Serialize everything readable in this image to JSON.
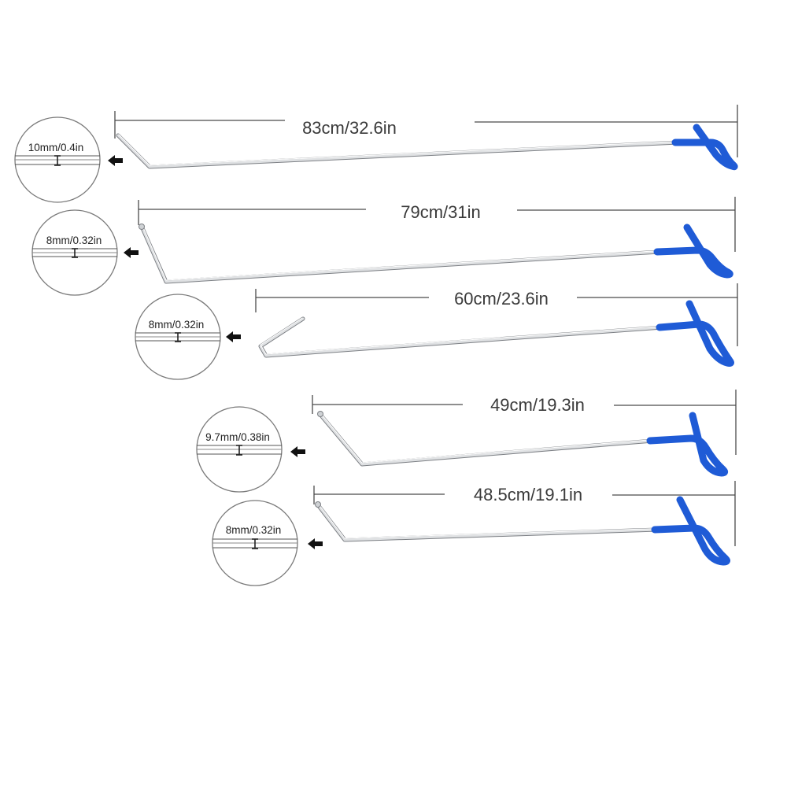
{
  "colors": {
    "background": "#ffffff",
    "handle_blue": "#1f5bd6",
    "rod_steel": "#c4c7cb",
    "rod_highlight": "#f4f5f6",
    "rod_shadow": "#7d8085",
    "dimension_line": "#4a4a4a",
    "arrow": "#111111"
  },
  "rods": [
    {
      "name": "rod-1",
      "length_label": "83cm/32.6in",
      "diameter_label": "10mm/0.4in",
      "tip": "angled-bend"
    },
    {
      "name": "rod-2",
      "length_label": "79cm/31in",
      "diameter_label": "8mm/0.32in",
      "tip": "ball-tip-bend"
    },
    {
      "name": "rod-3",
      "length_label": "60cm/23.6in",
      "diameter_label": "8mm/0.32in",
      "tip": "hook"
    },
    {
      "name": "rod-4",
      "length_label": "49cm/19.3in",
      "diameter_label": "9.7mm/0.38in",
      "tip": "ball-tip-bend"
    },
    {
      "name": "rod-5",
      "length_label": "48.5cm/19.1in",
      "diameter_label": "8mm/0.32in",
      "tip": "ball-tip-bend"
    }
  ],
  "icons": {
    "pointer": "left-arrow-icon",
    "handle": "u-handle-icon",
    "caliper": "caliper-marker-icon"
  }
}
